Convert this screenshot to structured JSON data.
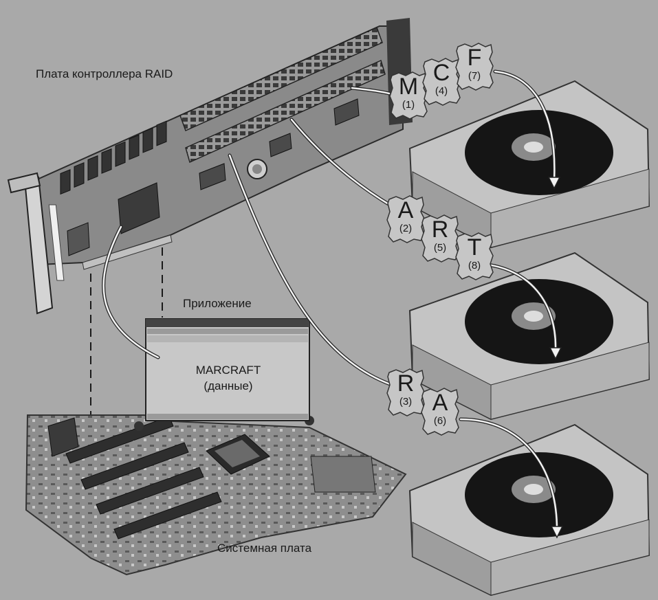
{
  "labels": {
    "raid_controller": "Плата контроллера RAID",
    "application": "Приложение",
    "motherboard": "Системная плата"
  },
  "app_window": {
    "title": "MARCRAFT",
    "subtitle": "(данные)"
  },
  "blocks": [
    {
      "char": "M",
      "index": "(1)"
    },
    {
      "char": "C",
      "index": "(4)"
    },
    {
      "char": "F",
      "index": "(7)"
    },
    {
      "char": "A",
      "index": "(2)"
    },
    {
      "char": "R",
      "index": "(5)"
    },
    {
      "char": "T",
      "index": "(8)"
    },
    {
      "char": "R",
      "index": "(3)"
    },
    {
      "char": "A",
      "index": "(6)"
    }
  ],
  "colors": {
    "background": "#a9a9a9",
    "board": "#8c8c8c",
    "tile": "#c6c6c6",
    "platter": "#151515",
    "cable": "#f2f2f2"
  }
}
